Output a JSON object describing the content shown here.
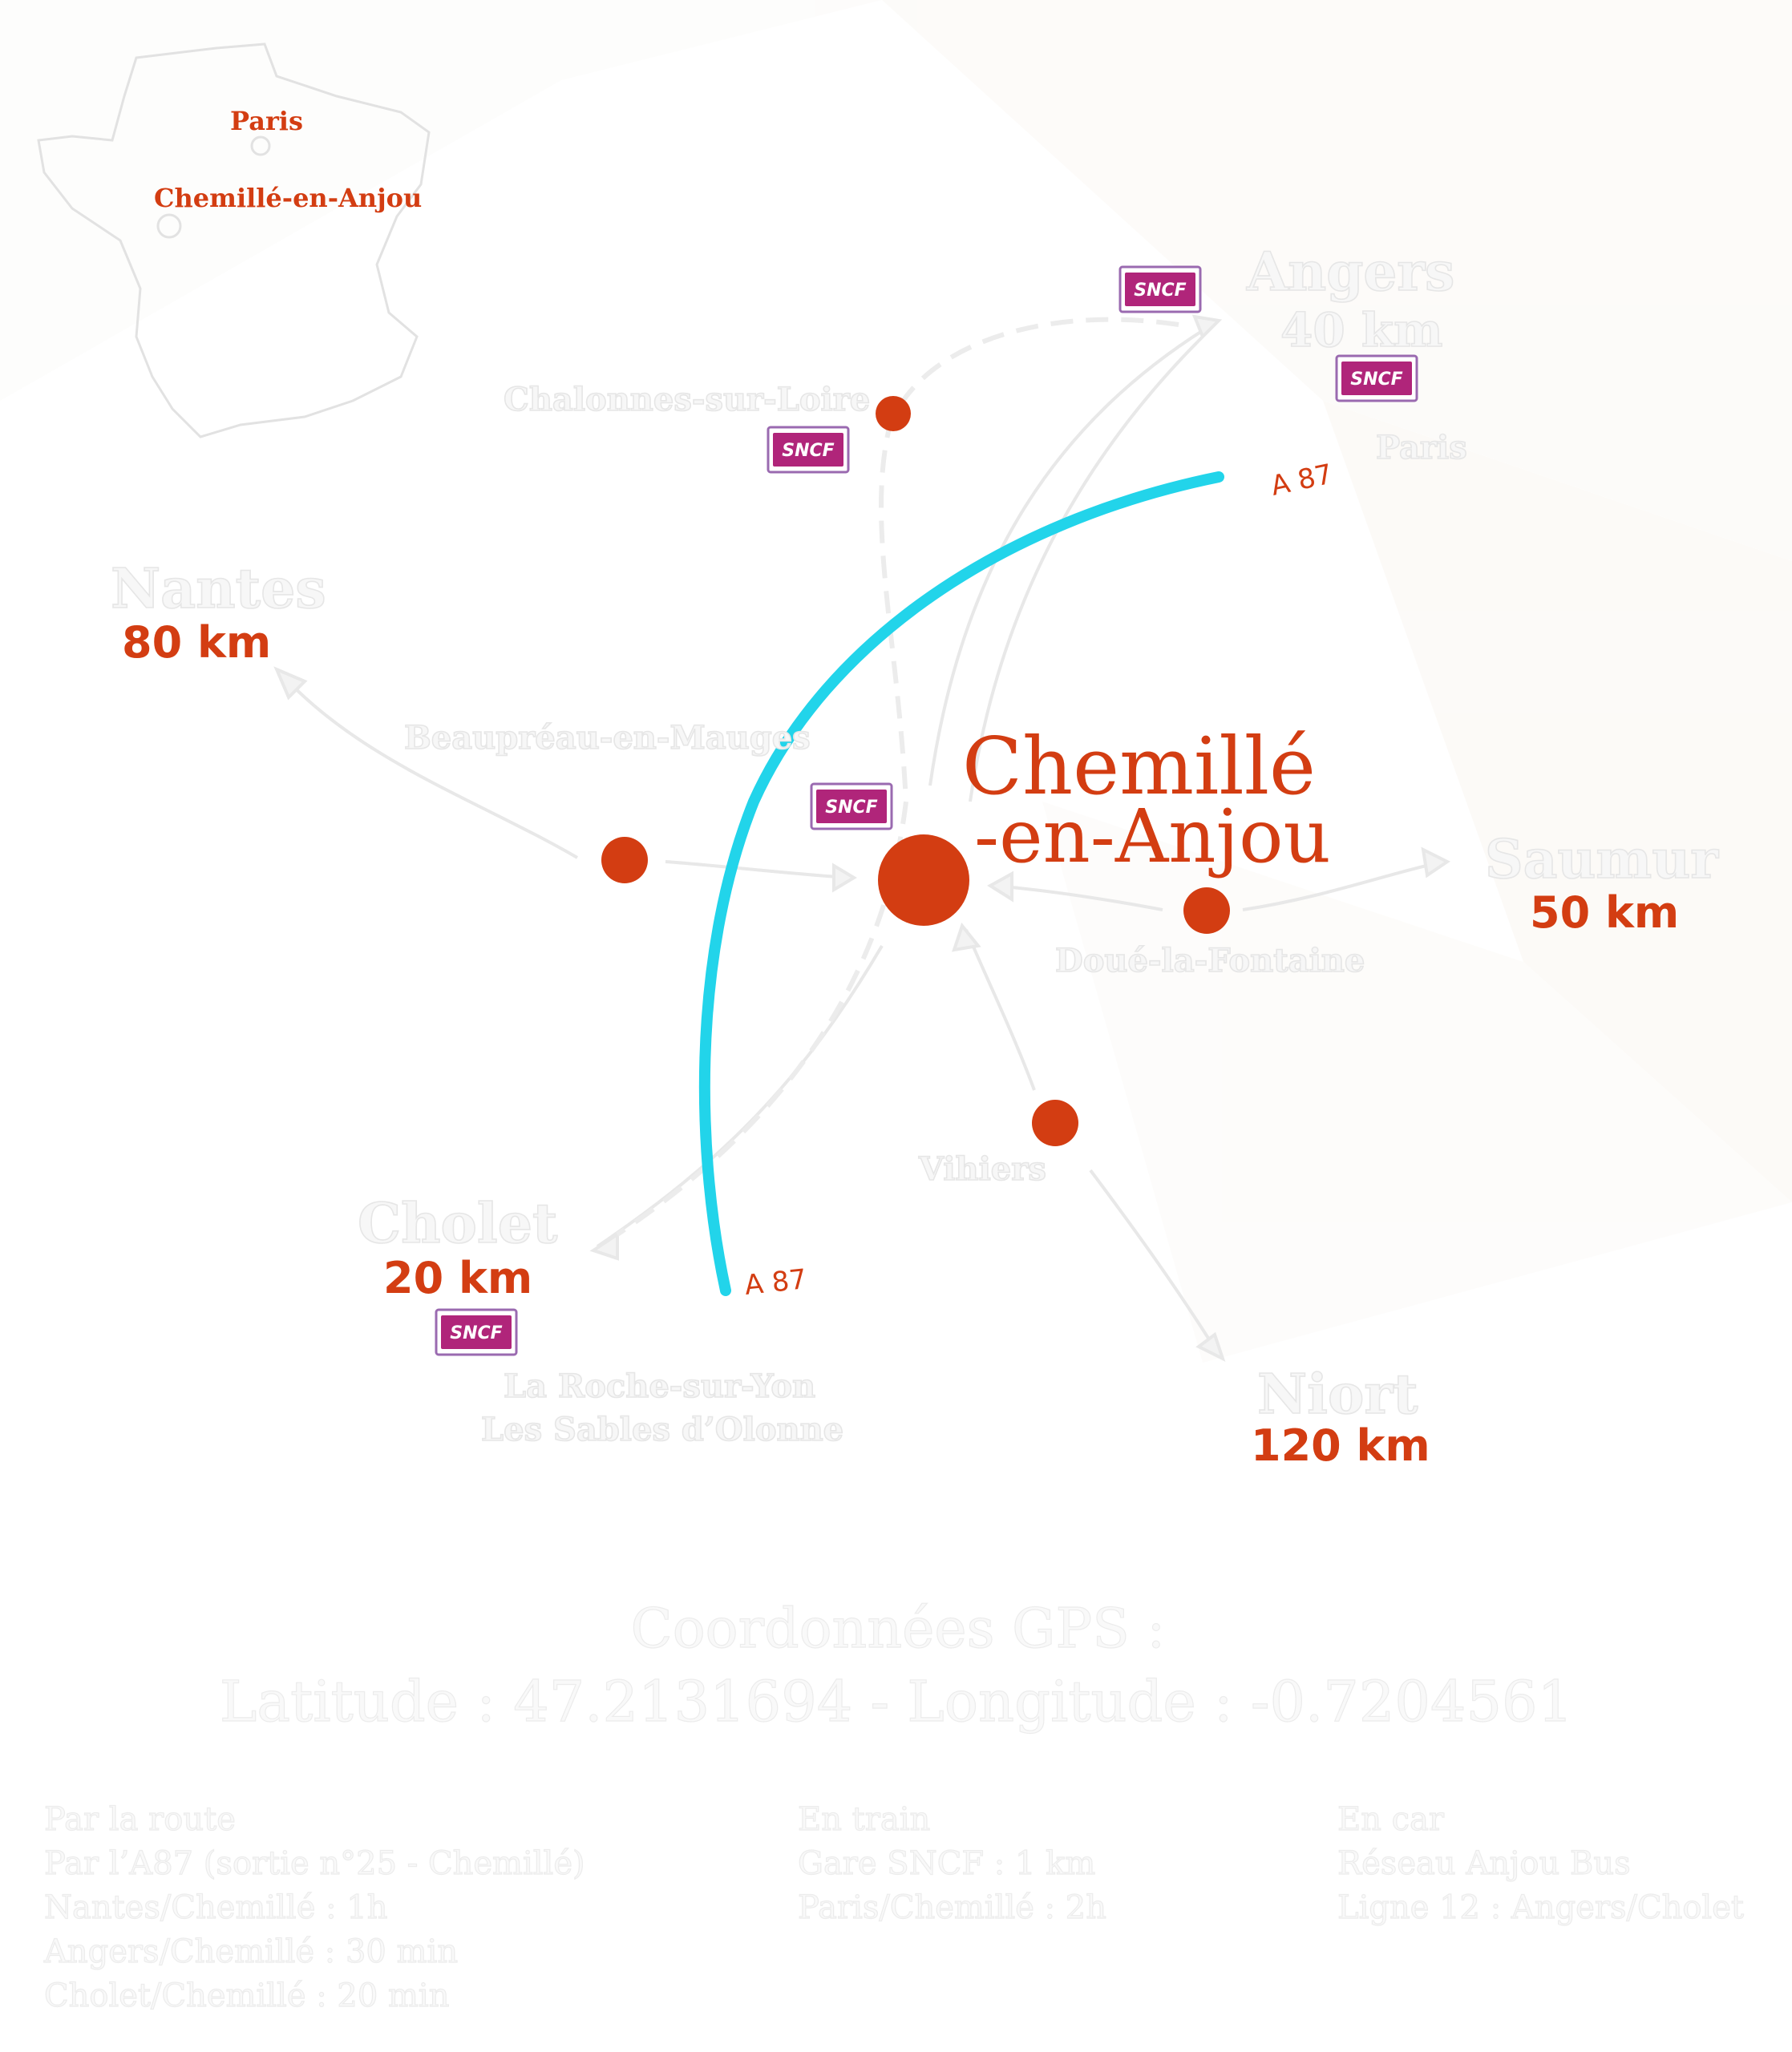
{
  "inset": {
    "paris": "Paris",
    "chemille": "Chemillé-en-Anjou"
  },
  "center": {
    "line1": "Chemillé",
    "line2": "-en-Anjou"
  },
  "cities": {
    "angers": {
      "name": "Angers",
      "dist": "40 km"
    },
    "paris_label": "Paris",
    "chalonnes": "Chalonnes-sur-Loire",
    "nantes": {
      "name": "Nantes",
      "dist": "80 km"
    },
    "beaupreau": "Beaupréau-en-Mauges",
    "saumur": {
      "name": "Saumur",
      "dist": "50 km"
    },
    "doue": "Doué-la-Fontaine",
    "vihiers": "Vihiers",
    "cholet": {
      "name": "Cholet",
      "dist": "20 km"
    },
    "laroche": "La Roche-sur-Yon",
    "sables": "Les Sables d’Olonne",
    "niort": {
      "name": "Niort",
      "dist": "120 km"
    }
  },
  "roads": {
    "a87_top": "A 87",
    "a87_bottom": "A 87"
  },
  "sncf_label": "SNCF",
  "gps": {
    "title": "Coordonnées GPS :",
    "line": "Latitude : 47.2131694 - Longitude : -0.7204561"
  },
  "access": {
    "road": {
      "title": "Par la route",
      "lines": [
        "Par l’A87 (sortie n°25 - Chemillé)",
        "Nantes/Chemillé : 1h",
        "Angers/Chemillé : 30 min",
        "Cholet/Chemillé : 20 min"
      ]
    },
    "train": {
      "title": "En train",
      "lines": [
        "Gare SNCF : 1 km",
        "Paris/Chemillé : 2h"
      ]
    },
    "bus": {
      "title": "En car",
      "lines": [
        "Réseau Anjou Bus",
        "Ligne 12 : Angers/Cholet"
      ]
    }
  },
  "colors": {
    "accent": "#d33d12",
    "motorway": "#22d4ea",
    "sncf": "#b0257a"
  }
}
